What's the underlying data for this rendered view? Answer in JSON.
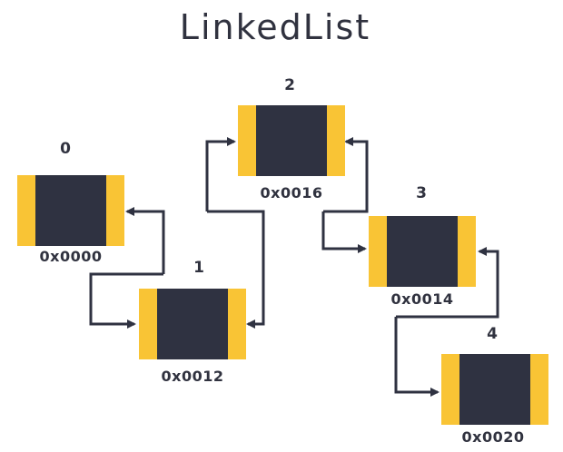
{
  "diagram": {
    "title": "LinkedList",
    "colors": {
      "node_fill": "#2f3241",
      "node_edge": "#f9c435",
      "arrow": "#2f3241",
      "text": "#30323f"
    },
    "nodes": [
      {
        "index": "0",
        "address": "0x0000"
      },
      {
        "index": "1",
        "address": "0x0012"
      },
      {
        "index": "2",
        "address": "0x0016"
      },
      {
        "index": "3",
        "address": "0x0014"
      },
      {
        "index": "4",
        "address": "0x0020"
      }
    ],
    "links": [
      {
        "from": "1",
        "to": "0"
      },
      {
        "from": "0",
        "to": "1"
      },
      {
        "from": "1",
        "to": "2"
      },
      {
        "from": "2",
        "to": "1"
      },
      {
        "from": "3",
        "to": "2"
      },
      {
        "from": "2",
        "to": "3"
      },
      {
        "from": "4",
        "to": "3"
      },
      {
        "from": "3",
        "to": "4"
      }
    ]
  }
}
